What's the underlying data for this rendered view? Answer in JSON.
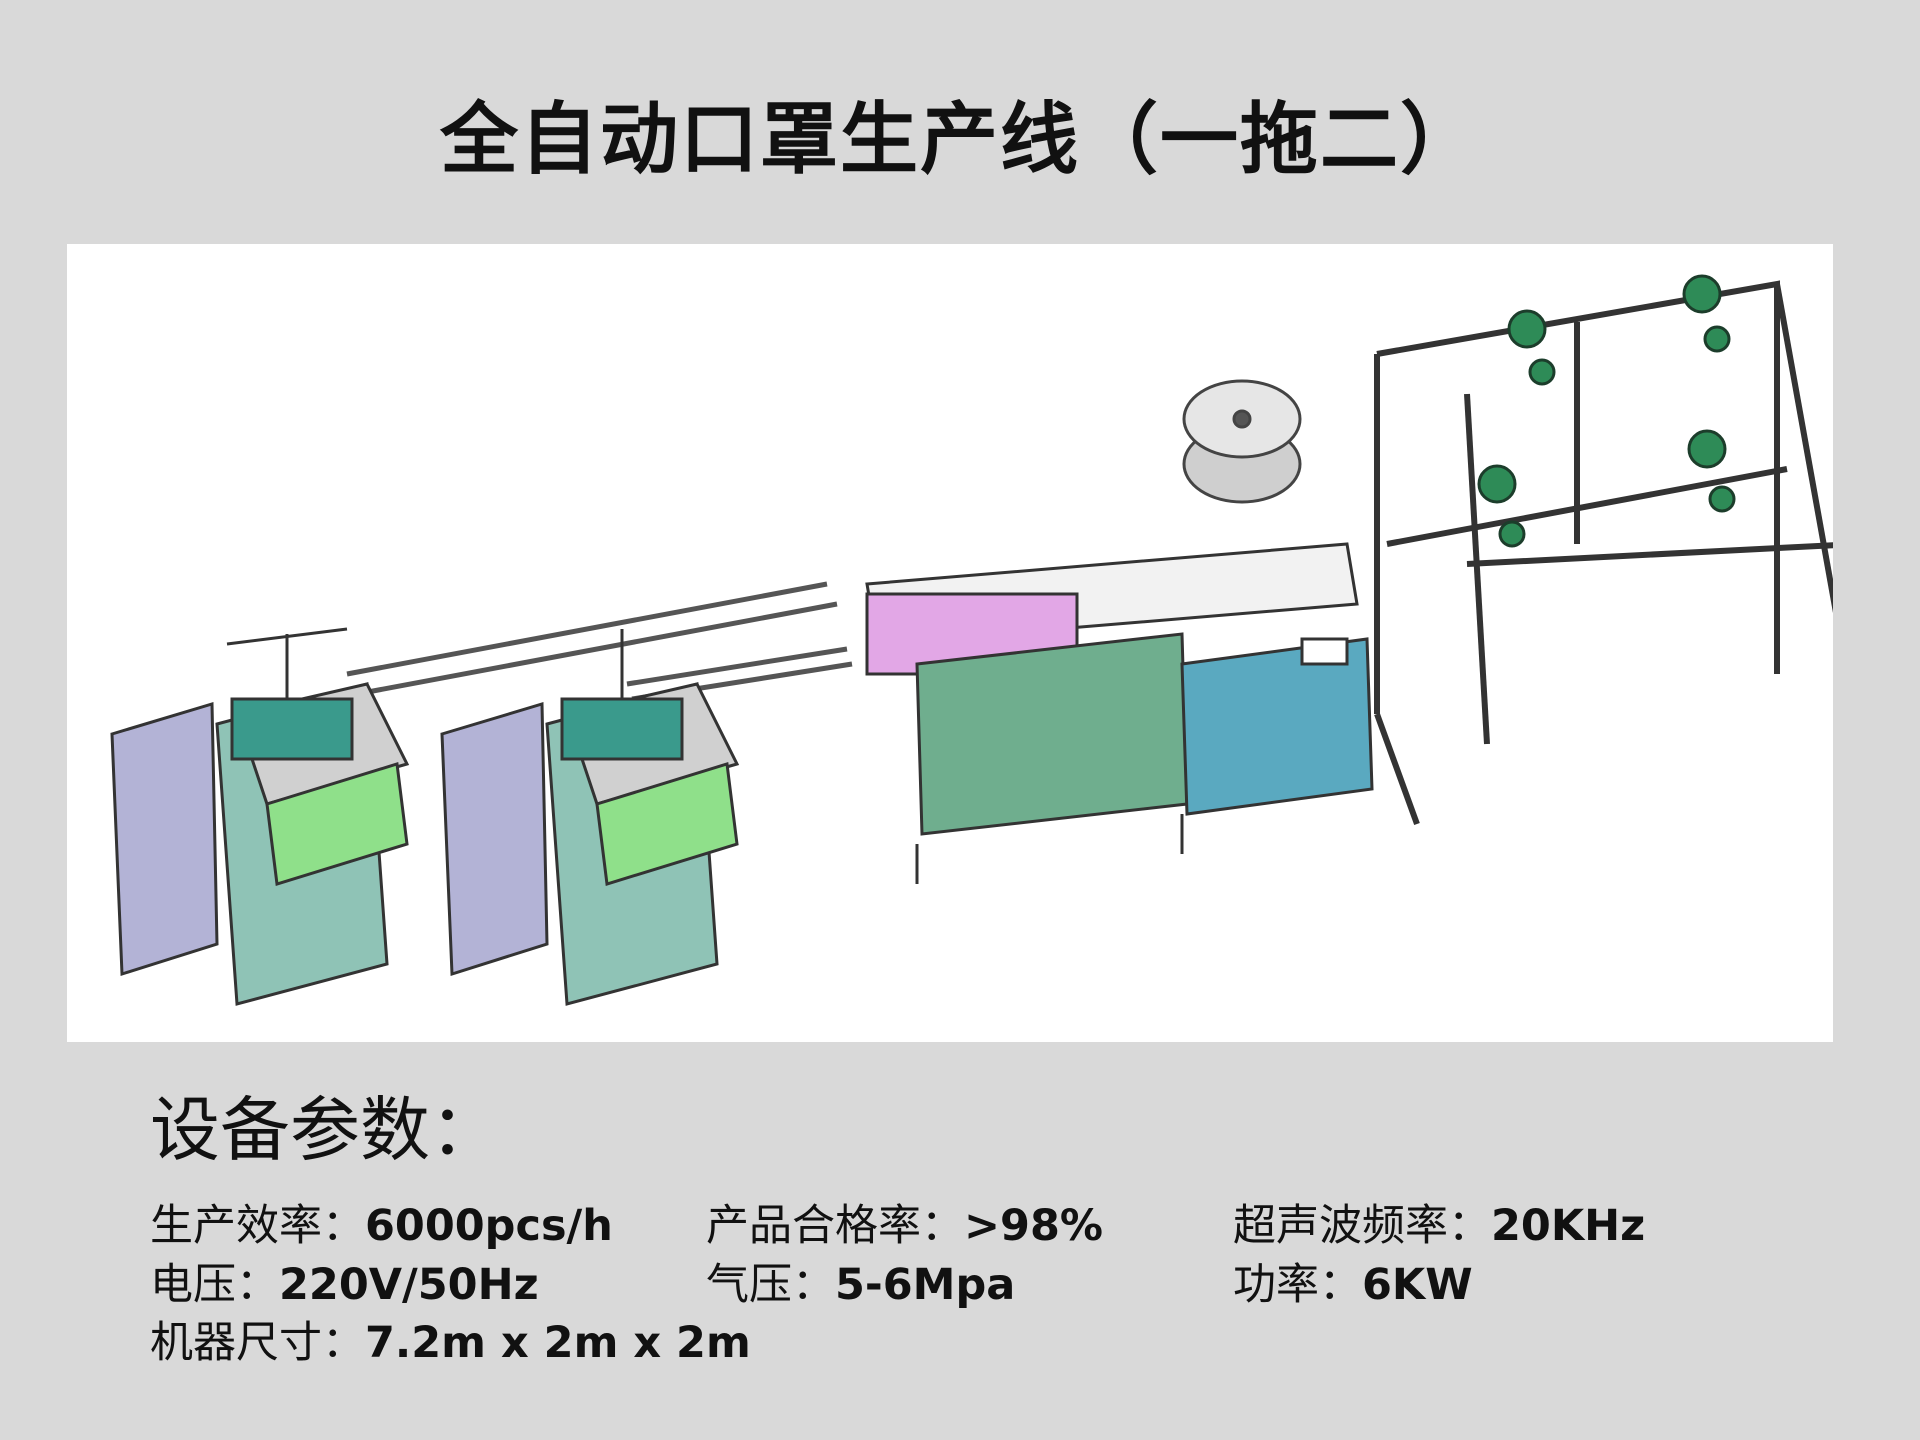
{
  "title": "全自动口罩生产线（一拖二）",
  "figure": {
    "icon": "mask-production-line-illustration"
  },
  "params": {
    "heading": "设备参数：",
    "items": [
      {
        "label": "生产效率：",
        "value": "6000pcs/h"
      },
      {
        "label": "产品合格率：",
        "value": ">98%"
      },
      {
        "label": "超声波频率：",
        "value": "20KHz"
      },
      {
        "label": "电压：",
        "value": "220V/50Hz"
      },
      {
        "label": "气压：",
        "value": "5-6Mpa"
      },
      {
        "label": "功率：",
        "value": "6KW"
      },
      {
        "label": "机器尺寸：",
        "value": "7.2m x 2m x 2m"
      }
    ]
  }
}
